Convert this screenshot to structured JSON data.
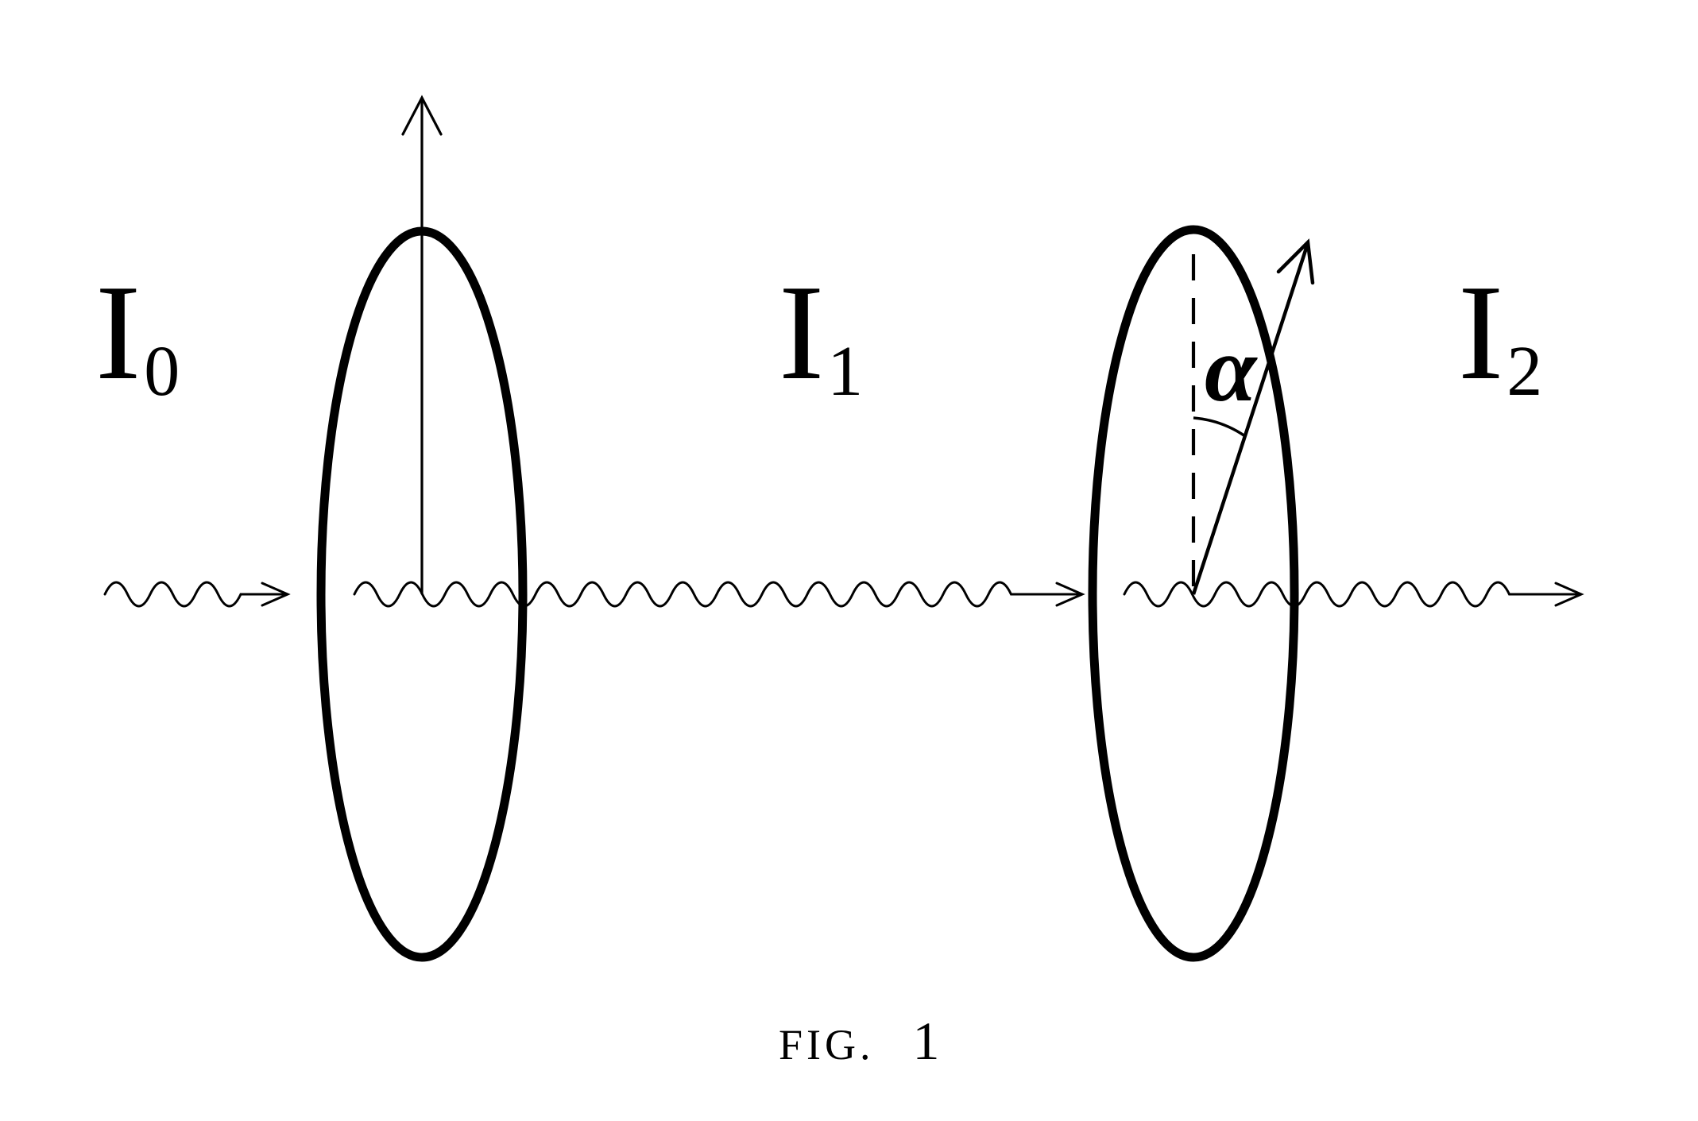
{
  "figure": {
    "labels": {
      "i0": {
        "base": "I",
        "sub": "0"
      },
      "i1": {
        "base": "I",
        "sub": "1"
      },
      "i2": {
        "base": "I",
        "sub": "2"
      },
      "alpha": "α"
    },
    "caption": {
      "prefix": "FIG.",
      "number": "1"
    },
    "colors": {
      "ink": "#000000",
      "background": "#ffffff"
    }
  }
}
